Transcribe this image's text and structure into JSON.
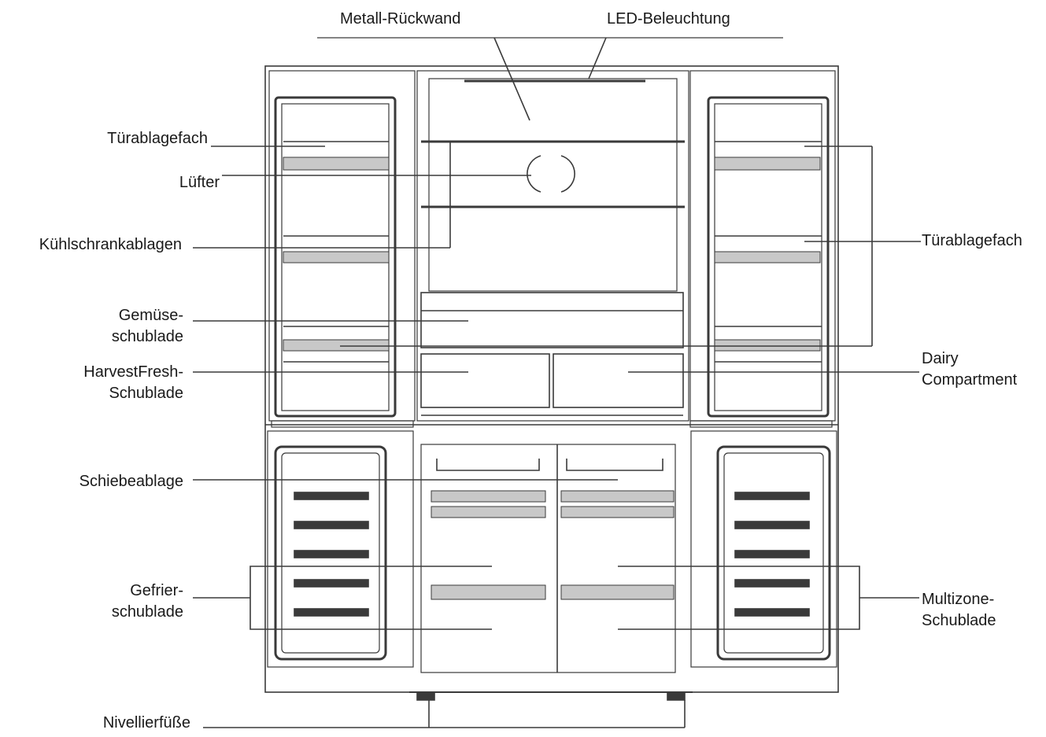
{
  "labels": {
    "metall_rueckwand": "Metall-Rückwand",
    "led_beleuchtung": "LED-Beleuchtung",
    "tuerablagefach_left": "Türablagefach",
    "luefter": "Lüfter",
    "kuehlschrankablagen": "Kühlschrankablagen",
    "gemuese": [
      "Gemüse-",
      "schublade"
    ],
    "harvestfresh": [
      "HarvestFresh-",
      "Schublade"
    ],
    "schiebeablage": "Schiebeablage",
    "gefrier": [
      "Gefrier-",
      "schublade"
    ],
    "nivellierfuesse": "Nivellierfüße",
    "tuerablagefach_right": "Türablagefach",
    "dairy": [
      "Dairy",
      "Compartment"
    ],
    "multizone": [
      "Multizone-",
      "Schublade"
    ]
  },
  "colors": {
    "line": "#3a3a3a",
    "shelf": "#c8c8c8",
    "text": "#1a1a1a"
  }
}
